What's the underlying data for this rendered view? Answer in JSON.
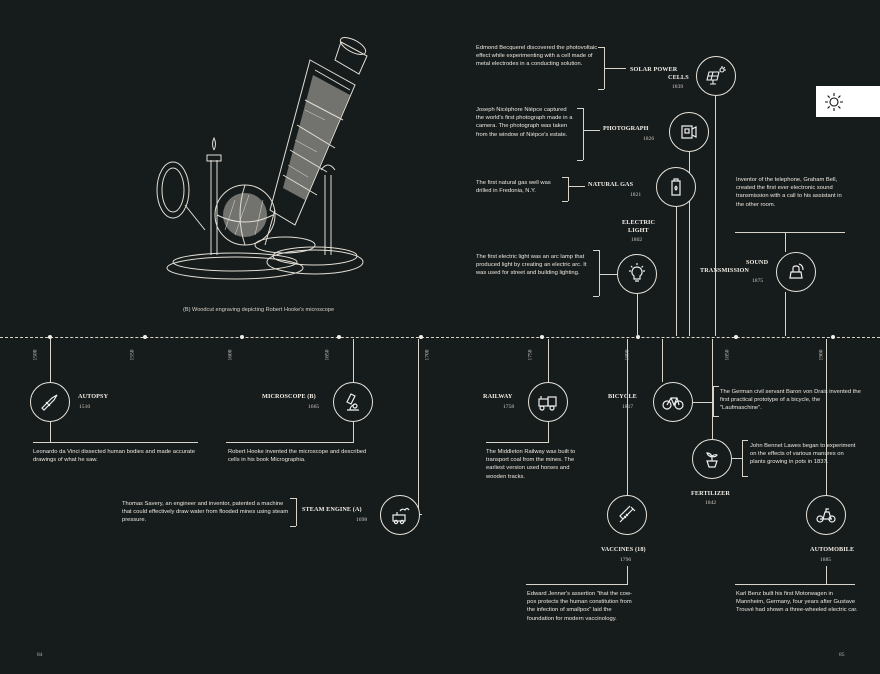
{
  "figure_caption": "(B) Woodcut engraving depicting Robert Hooke's microscope",
  "axis_years": [
    "1500",
    "1550",
    "1600",
    "1650",
    "1700",
    "1750",
    "1800",
    "1850",
    "1900"
  ],
  "page_numbers": {
    "left": "84",
    "right": "85"
  },
  "events": {
    "autopsy": {
      "title": "AUTOPSY",
      "year": "1510",
      "desc": "Leonardo da Vinci dissected human bodies and made accurate drawings of what he saw."
    },
    "microscope": {
      "title": "MICROSCOPE (B)",
      "year": "1665",
      "desc": "Robert Hooke invented the microscope and described cells in his book Micrographia."
    },
    "steam_engine": {
      "title": "STEAM ENGINE (A)",
      "year": "1698",
      "desc": "Thomas Savery, an engineer and inventor, patented a machine that could effectively draw water from flooded mines using steam pressure."
    },
    "railway": {
      "title": "RAILWAY",
      "year": "1758",
      "desc": "The Middleton Railway was built to transport coal from the mines. The earliest version used horses and wooden tracks."
    },
    "vaccines": {
      "title": "VACCINES (18)",
      "year": "1796",
      "desc": "Edward Jenner's assertion \"that the cow-pox protects the human constitution from the infection of smallpox\" laid the foundation for modern vaccinology."
    },
    "bicycle": {
      "title": "BICYCLE",
      "year": "1817",
      "desc": "The German civil servant Baron von Drais invented the first practical prototype of a bicycle, the \"Laufmaschine\"."
    },
    "fertilizer": {
      "title": "FERTILIZER",
      "year": "1842",
      "desc": "John Bennet Lawes began to experiment on the effects of various manures on plants growing in pots in 1837."
    },
    "automobile": {
      "title": "AUTOMOBILE",
      "year": "1885",
      "desc": "Karl Benz built his first Motorwagen in Mannheim, Germany, four years after Gustave Trouvé had shown a three-wheeled electric car."
    },
    "solar_cells": {
      "title_line1": "SOLAR POWER",
      "title_line2": "CELLS",
      "year": "1839",
      "desc": "Edmond Becquerel discovered the photovoltaic effect while experimenting with a cell made of metal electrodes in a conducting solution."
    },
    "photograph": {
      "title": "PHOTOGRAPH",
      "year": "1826",
      "desc": "Joseph Nicéphore Niépce captured the world's first photograph made in a camera. The photograph was taken from the window of Niépce's estate."
    },
    "natural_gas": {
      "title": "NATURAL GAS",
      "year": "1821",
      "desc": "The first natural gas well was drilled in Fredonia, N.Y."
    },
    "electric_light": {
      "title_line1": "ELECTRIC",
      "title_line2": "LIGHT",
      "year": "1802",
      "desc": "The first electric light was an arc lamp that produced light by creating an electric arc. It was used for street and building lighting."
    },
    "sound_transmission": {
      "title_line1": "SOUND",
      "title_line2": "TRANSMISSION",
      "year": "1875",
      "desc": "Inventor of the telephone, Graham Bell, created the first ever electronic sound transmission with a call to his assistant in the other room."
    }
  },
  "icons": {
    "autopsy": "scalpel-icon",
    "microscope": "microscope-icon",
    "steam_engine": "steam-engine-icon",
    "railway": "train-icon",
    "vaccines": "syringe-icon",
    "bicycle": "bicycle-icon",
    "fertilizer": "plant-pot-icon",
    "automobile": "car-icon",
    "solar_cells": "solar-panel-icon",
    "photograph": "camera-icon",
    "natural_gas": "gas-tank-icon",
    "electric_light": "light-bulb-icon",
    "sound_transmission": "telephone-icon",
    "chapter_badge": "sun-icon"
  },
  "colors": {
    "background": "#161b1c",
    "lines": "#d8d4ca",
    "text": "#e9e6dd",
    "accent": "#ffffff"
  }
}
